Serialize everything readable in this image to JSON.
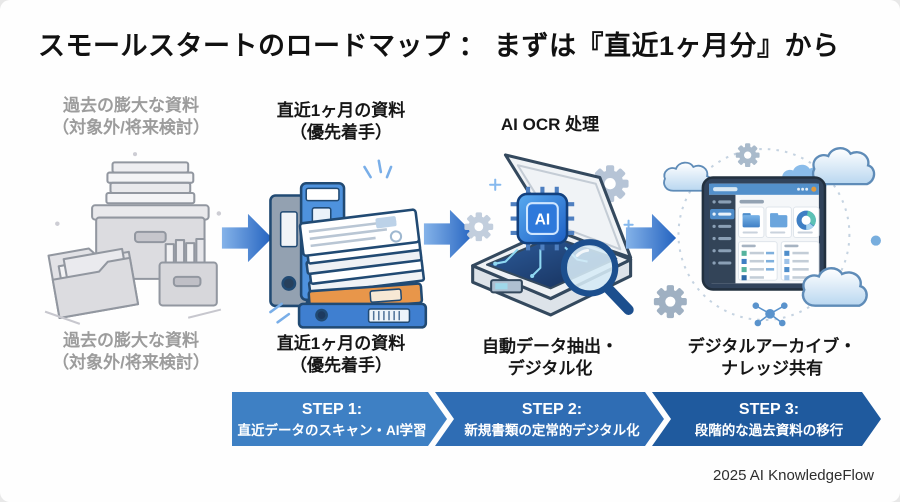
{
  "title": "スモールスタートのロードマップ ： まずは『直近1ヶ月分』から",
  "stages": [
    {
      "name": "past-archive",
      "top_line1": "過去の膨大な資料",
      "top_line2": "（対象外/将来検討）",
      "bottom_line1": "過去の膨大な資料",
      "bottom_line2": "（対象外/将来検討）",
      "illustration": "archive-boxes-grayscale"
    },
    {
      "name": "recent-month-docs",
      "top_line1": "直近1ヶ月の資料",
      "top_line2": "（優先着手）",
      "bottom_line1": "直近1ヶ月の資料",
      "bottom_line2": "（優先着手）",
      "illustration": "document-binders-stack"
    },
    {
      "name": "ai-ocr",
      "top_line1": "AI OCR 处理",
      "top_line2": "",
      "bottom_line1": "自動データ抽出・",
      "bottom_line2": "デジタル化",
      "chip_label": "AI",
      "illustration": "ai-scanner-magnifier"
    },
    {
      "name": "digital-archive",
      "top_line1": "",
      "top_line2": "",
      "bottom_line1": "デジタルアーカイブ・",
      "bottom_line2": "ナレッジ共有",
      "illustration": "dashboard-clouds"
    }
  ],
  "steps": [
    {
      "label": "STEP 1:",
      "desc": "直近データのスキャン・AI学習",
      "color": "#3e80c4"
    },
    {
      "label": "STEP 2:",
      "desc": "新規書類の定常的デジタル化",
      "color": "#2f6db4"
    },
    {
      "label": "STEP 3:",
      "desc": "段階的な過去資料の移行",
      "color": "#1f5a9e"
    }
  ],
  "credit": "2025 AI KnowledgeFlow",
  "colors": {
    "background": "#ffffff",
    "title_text": "#111111",
    "gray_label": "#9c9c9c",
    "black_label": "#1a1a1a",
    "arrow_blue": "#2e6fc7",
    "step_text": "#ffffff"
  }
}
